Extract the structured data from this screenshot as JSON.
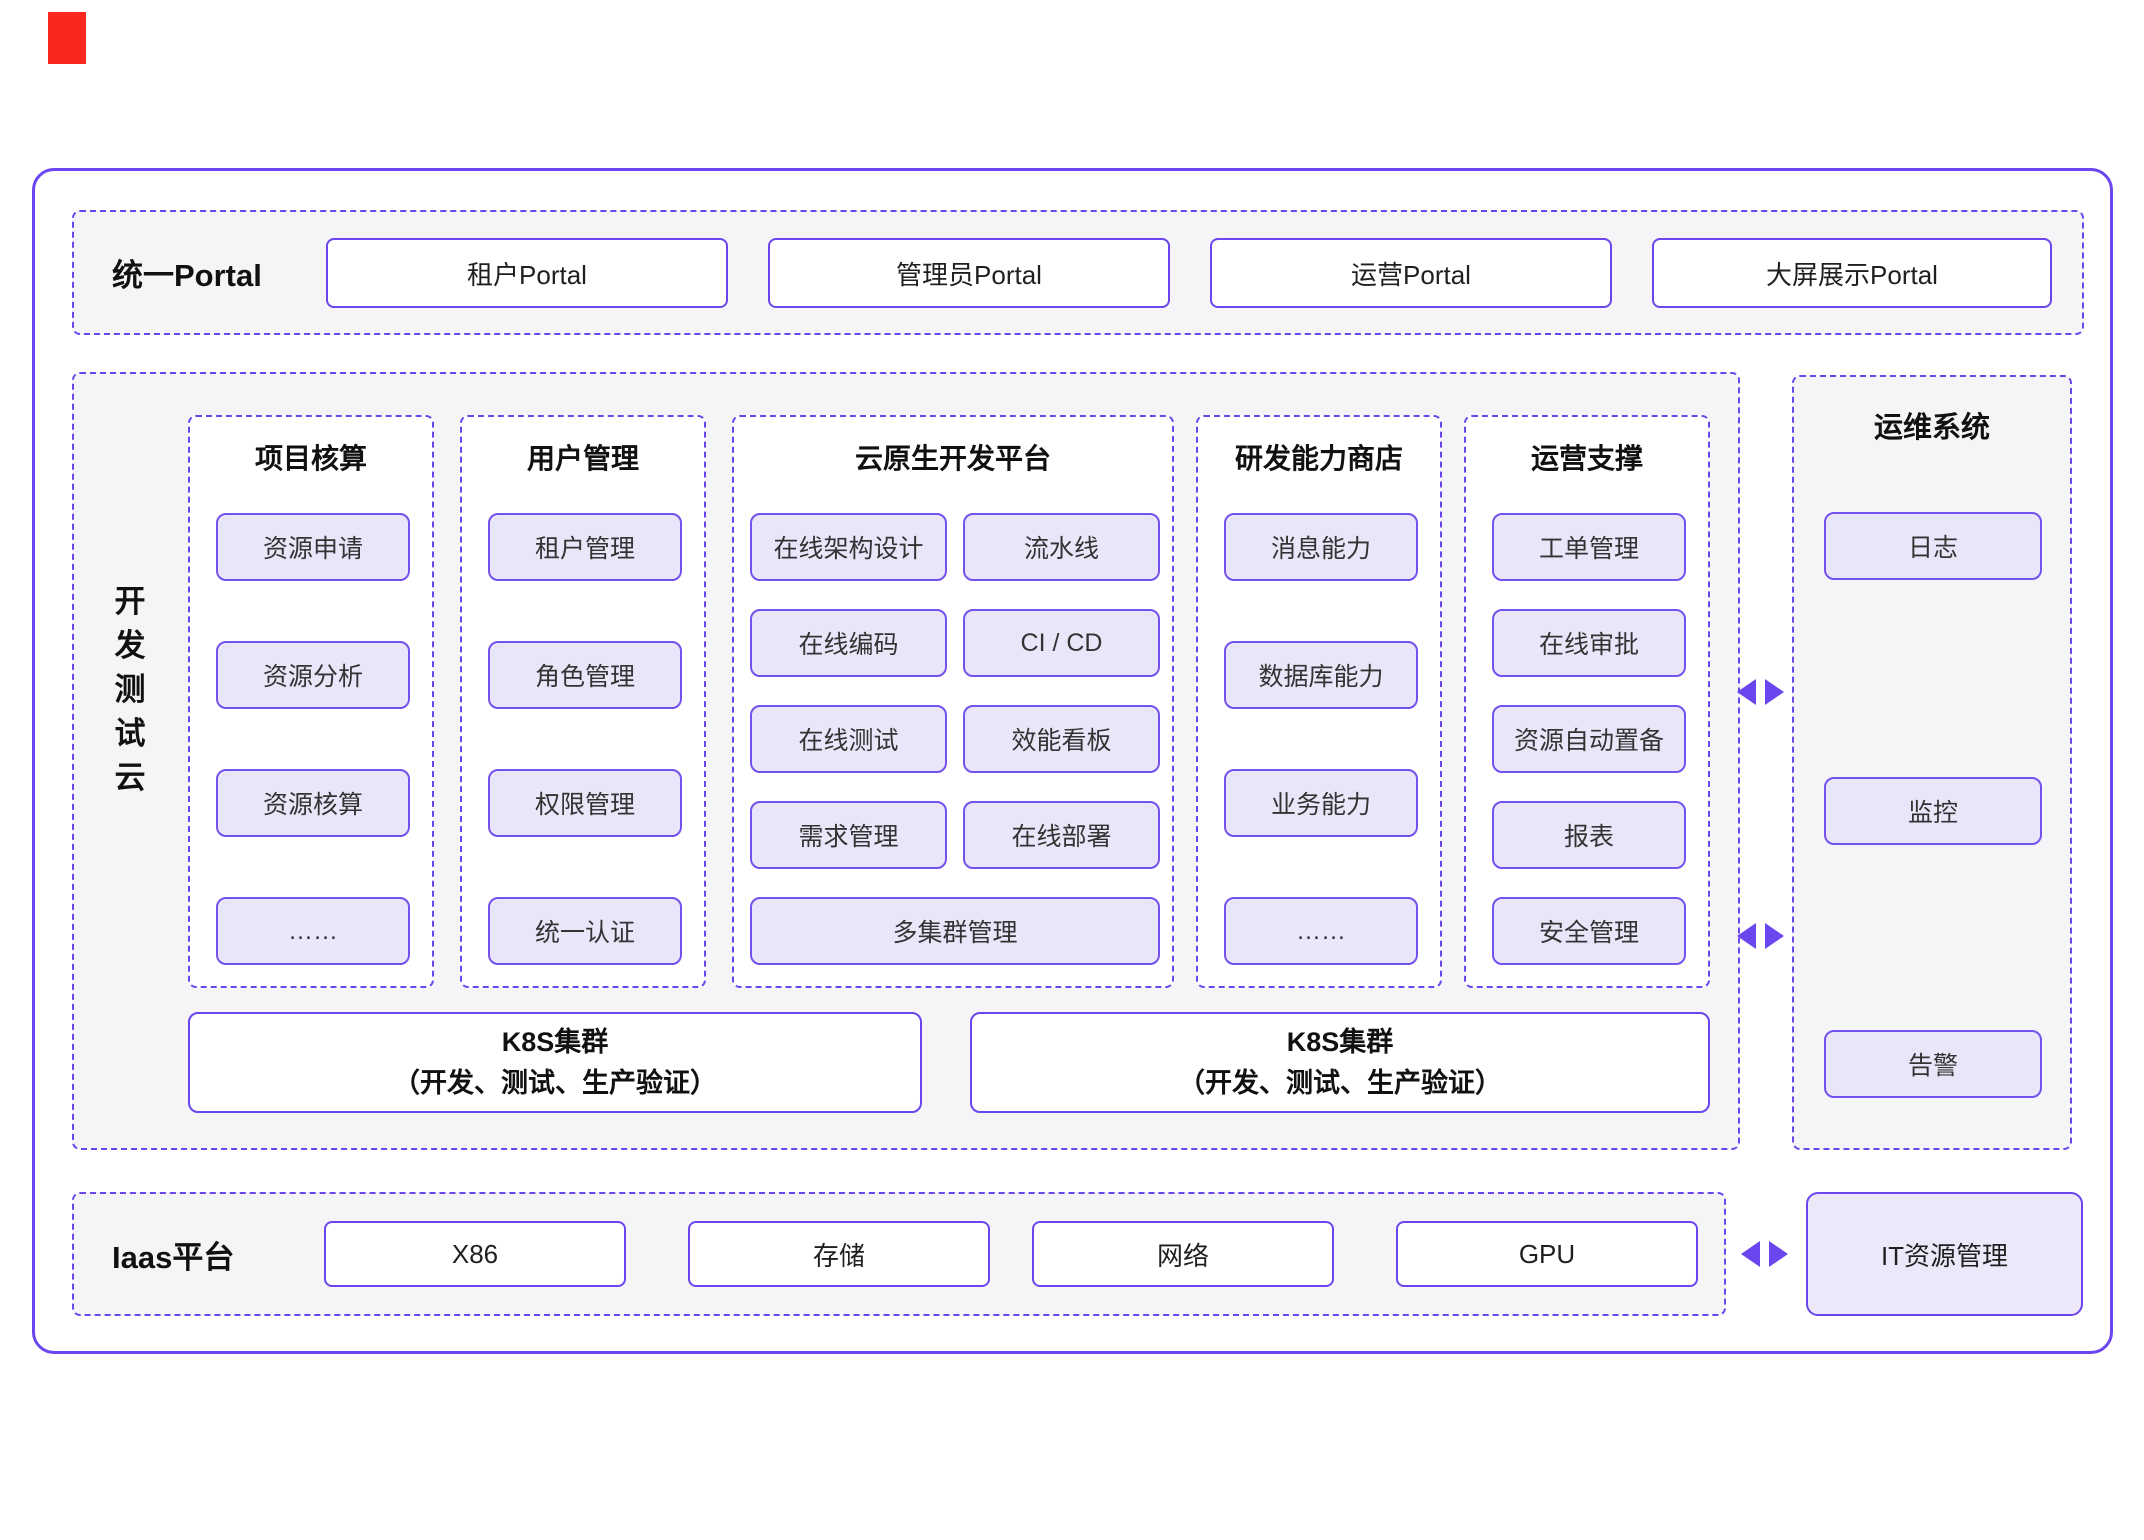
{
  "colors": {
    "purple": "#6b46ee",
    "box_border": "#7452ef",
    "box_fill": "#eae6f9",
    "band_fill": "#f5f5f8",
    "it_fill": "#ece8fa",
    "marker_red": "#f9271e"
  },
  "portal": {
    "label": "统一Portal",
    "items": [
      "租户Portal",
      "管理员Portal",
      "运营Portal",
      "大屏展示Portal"
    ]
  },
  "dev_cloud": {
    "label": "开发测试云",
    "chars": [
      "开",
      "发",
      "测",
      "试",
      "云"
    ],
    "columns": [
      {
        "title": "项目核算",
        "items": [
          "资源申请",
          "资源分析",
          "资源核算",
          "……"
        ]
      },
      {
        "title": "用户管理",
        "items": [
          "租户管理",
          "角色管理",
          "权限管理",
          "统一认证"
        ]
      },
      {
        "title": "云原生开发平台",
        "pairs": [
          [
            "在线架构设计",
            "流水线"
          ],
          [
            "在线编码",
            "CI / CD"
          ],
          [
            "在线测试",
            "效能看板"
          ],
          [
            "需求管理",
            "在线部署"
          ]
        ],
        "wide": "多集群管理"
      },
      {
        "title": "研发能力商店",
        "items": [
          "消息能力",
          "数据库能力",
          "业务能力",
          "……"
        ]
      },
      {
        "title": "运营支撑",
        "items": [
          "工单管理",
          "在线审批",
          "资源自动置备",
          "报表",
          "安全管理"
        ]
      }
    ],
    "k8s": {
      "title": "K8S集群",
      "subtitle": "（开发、测试、生产验证）"
    }
  },
  "ops": {
    "title": "运维系统",
    "items": [
      "日志",
      "监控",
      "告警"
    ]
  },
  "iaas": {
    "label": "Iaas平台",
    "items": [
      "X86",
      "存储",
      "网络",
      "GPU"
    ]
  },
  "it": {
    "label": "IT资源管理"
  }
}
